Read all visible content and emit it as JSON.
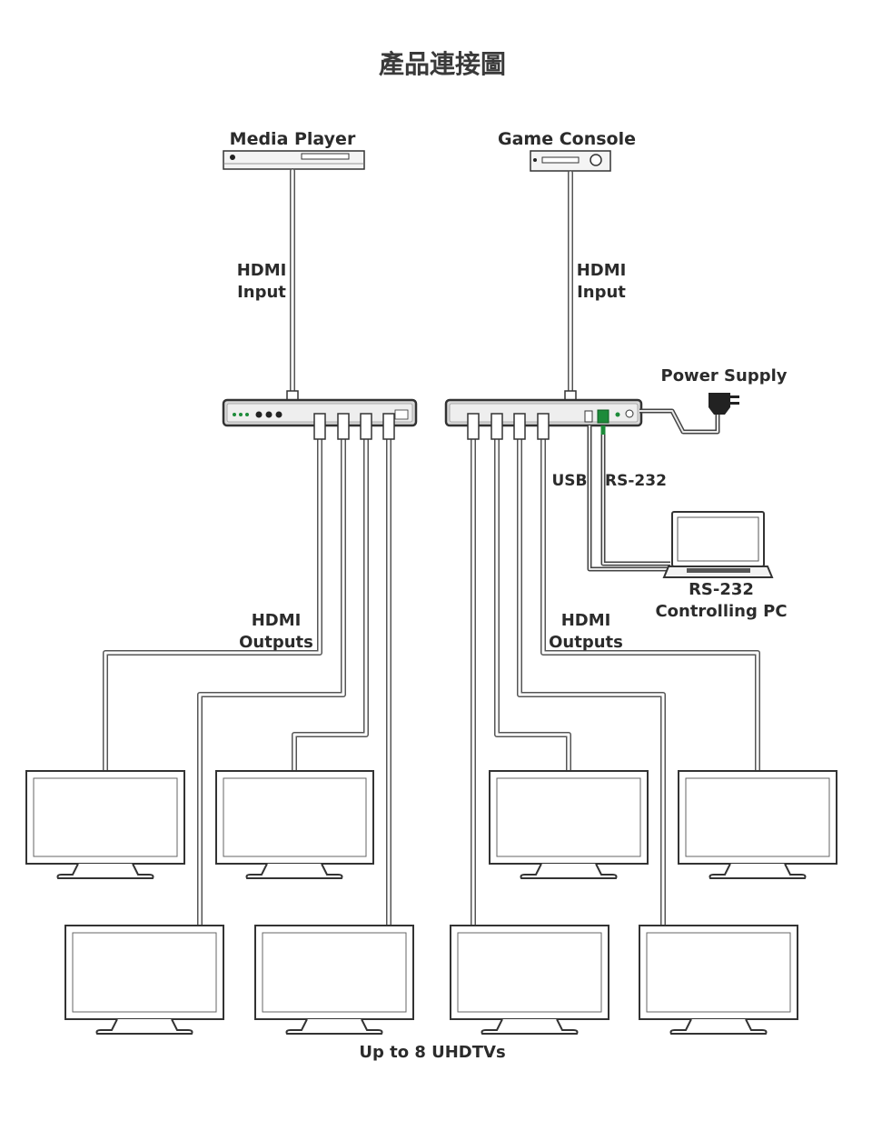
{
  "title": "產品連接圖",
  "sources": {
    "media_player": "Media Player",
    "game_console": "Game Console"
  },
  "labels": {
    "hdmi_input_left_1": "HDMI",
    "hdmi_input_left_2": "Input",
    "hdmi_input_right_1": "HDMI",
    "hdmi_input_right_2": "Input",
    "power_supply": "Power Supply",
    "usb": "USB",
    "rs232": "RS-232",
    "pc_line1": "RS-232",
    "pc_line2": "Controlling PC",
    "hdmi_outputs_left_1": "HDMI",
    "hdmi_outputs_left_2": "Outputs",
    "hdmi_outputs_right_1": "HDMI",
    "hdmi_outputs_right_2": "Outputs",
    "displays": "Up to 8 UHDTVs"
  },
  "colors": {
    "cable": "#555555",
    "green_terminal": "#1d8b3a",
    "device_fill": "#f2f2f2",
    "outline": "#333333"
  }
}
